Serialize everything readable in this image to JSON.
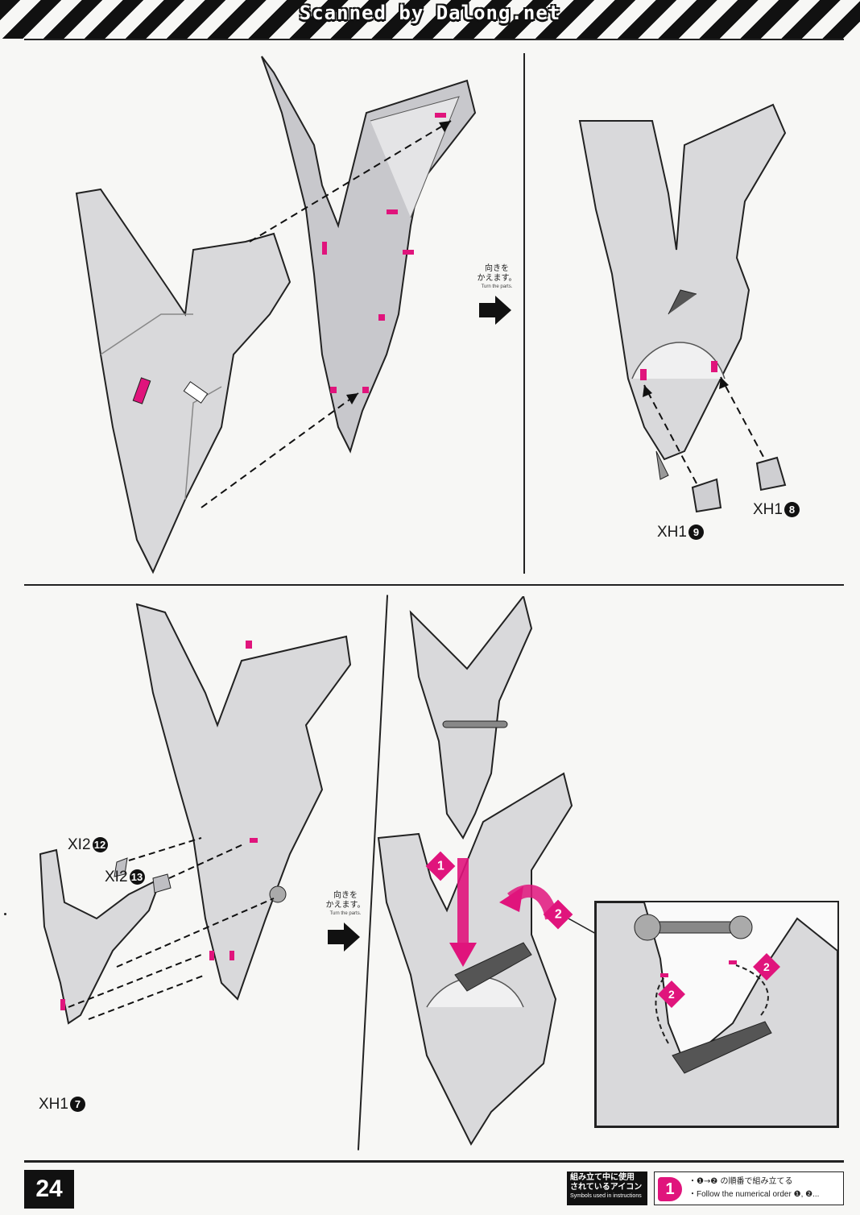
{
  "header": {
    "scan_credit": "Scanned by Dalong.net"
  },
  "turn_parts": {
    "label_jp": "向きを\nかえます。",
    "label_en": "Turn the parts."
  },
  "parts": {
    "xh1_7": {
      "code": "XH1",
      "num": "7"
    },
    "xh1_8": {
      "code": "XH1",
      "num": "8"
    },
    "xh1_9": {
      "code": "XH1",
      "num": "9"
    },
    "xi2_12": {
      "code": "XI2",
      "num": "12"
    },
    "xi2_13": {
      "code": "XI2",
      "num": "13"
    }
  },
  "steps": {
    "one": "1",
    "two": "2"
  },
  "footer": {
    "page_number": "24",
    "legend_title_jp": "組み立て中に使用\nされているアイコン",
    "legend_title_en": "Symbols used in instructions",
    "legend_icon": "1",
    "legend_order_jp": "・❶→❷ の順番で組み立てる",
    "legend_order_en": "・Follow the numerical order ❶, ❷..."
  },
  "colors": {
    "accent": "#e0147c",
    "part_fill": "#d9d9db",
    "part_shade": "#bfbfc3",
    "ink": "#1a1a1a"
  }
}
